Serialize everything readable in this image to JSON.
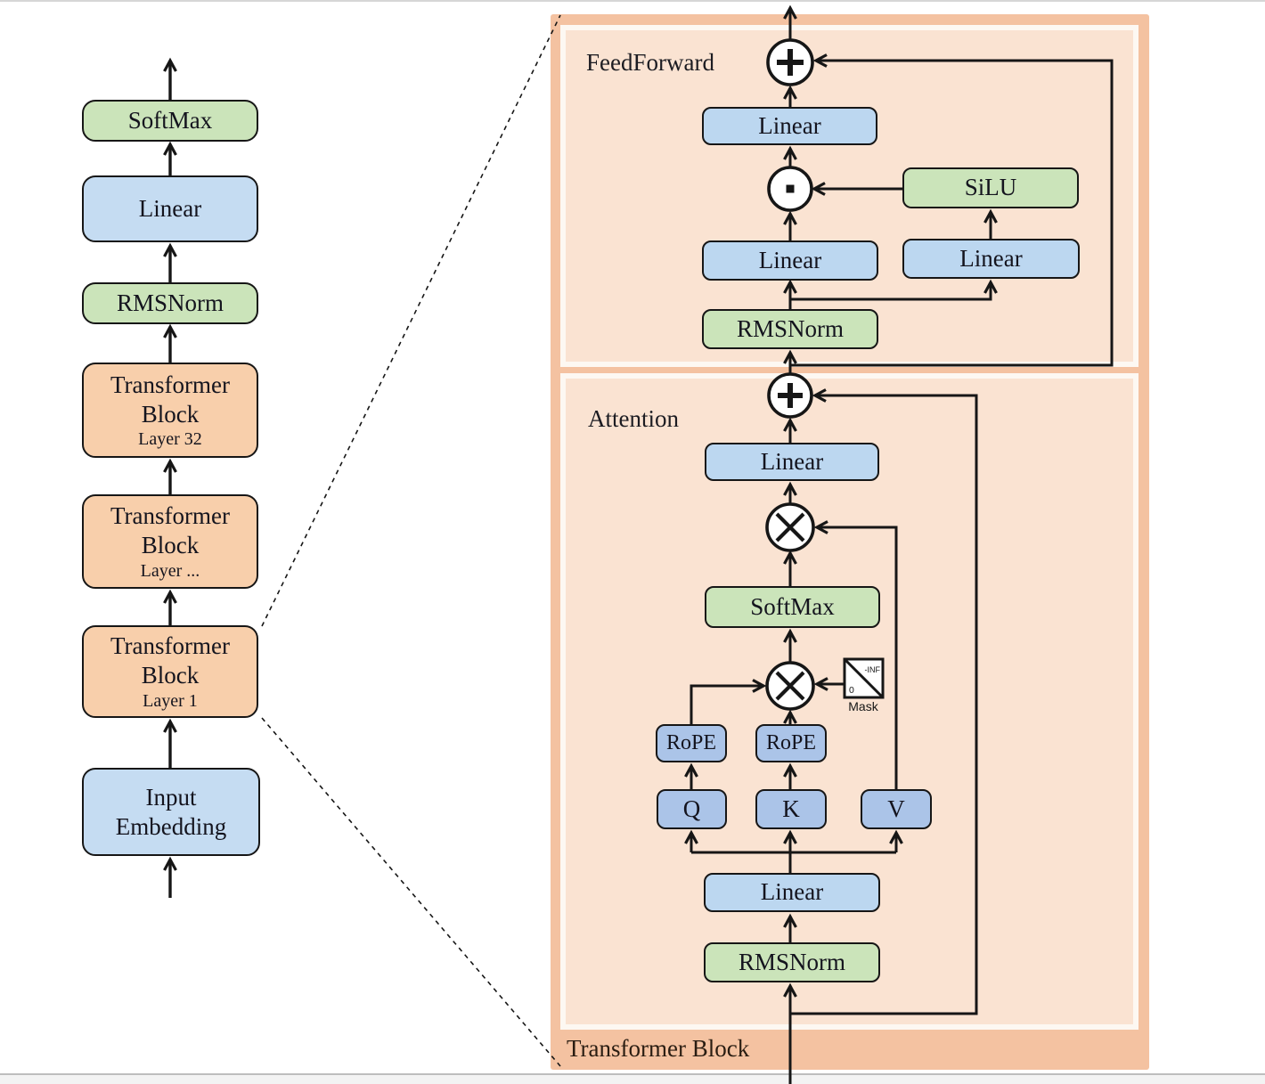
{
  "left_column": {
    "softmax": "SoftMax",
    "linear": "Linear",
    "rmsnorm": "RMSNorm",
    "blocks": [
      {
        "line1": "Transformer",
        "line2": "Block",
        "layer": "Layer 32"
      },
      {
        "line1": "Transformer",
        "line2": "Block",
        "layer": "Layer ..."
      },
      {
        "line1": "Transformer",
        "line2": "Block",
        "layer": "Layer 1"
      }
    ],
    "input_embedding": {
      "line1": "Input",
      "line2": "Embedding"
    }
  },
  "panel": {
    "title": "Transformer Block",
    "feedforward": {
      "label": "FeedForward",
      "linear_out": "Linear",
      "silu": "SiLU",
      "linear_left": "Linear",
      "linear_right": "Linear",
      "rmsnorm": "RMSNorm"
    },
    "attention": {
      "label": "Attention",
      "linear_out": "Linear",
      "softmax": "SoftMax",
      "mask_neg": "-INF",
      "mask_zero": "0",
      "mask_label": "Mask",
      "rope_q": "RoPE",
      "rope_k": "RoPE",
      "q": "Q",
      "k": "K",
      "v": "V",
      "linear_in": "Linear",
      "rmsnorm": "RMSNorm"
    }
  },
  "colors": {
    "panel_band": "#f4c2a1",
    "panel_fill": "#fae3d2",
    "box_orange": "#f8cfab",
    "box_blue_left": "#c5dcf2",
    "box_blue_right": "#bcd7f0",
    "box_blue_qkv": "#abc4e8",
    "box_green": "#cbe4ba",
    "line": "#161616"
  }
}
